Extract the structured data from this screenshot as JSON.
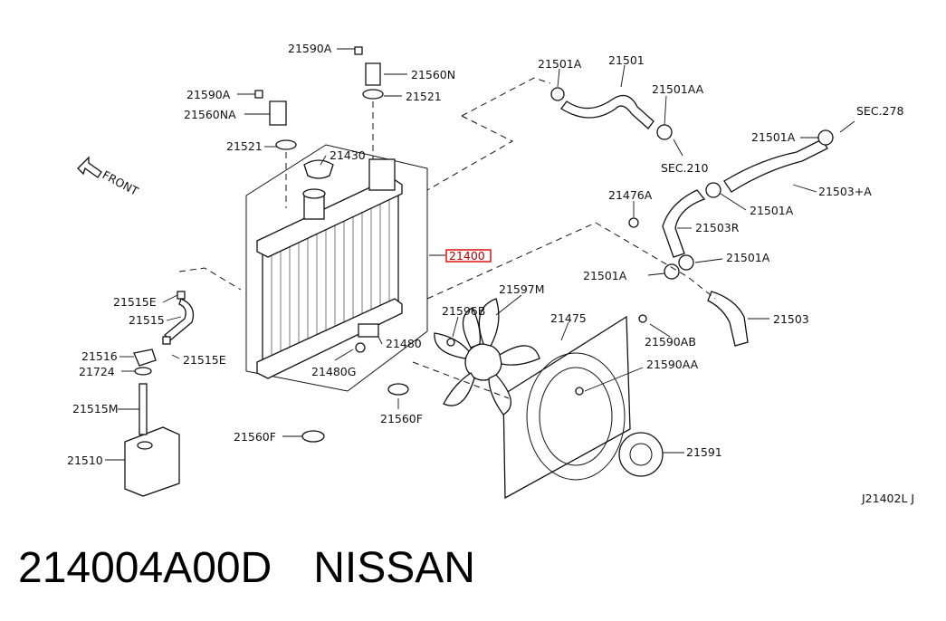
{
  "diagram": {
    "front_label": "FRONT",
    "highlighted_part": "21400",
    "figure_code": "J21402L J",
    "labels": {
      "l21590A_top": "21590A",
      "l21560N": "21560N",
      "l21521_top": "21521",
      "l21590A_left": "21590A",
      "l21560NA": "21560NA",
      "l21521_left": "21521",
      "l21430": "21430",
      "l21400": "21400",
      "l21480": "21480",
      "l21480G": "21480G",
      "l21560F_right": "21560F",
      "l21560F_left": "21560F",
      "l21515E_top": "21515E",
      "l21515": "21515",
      "l21516": "21516",
      "l21515E_bot": "21515E",
      "l21724": "21724",
      "l21515M": "21515M",
      "l21510": "21510",
      "l21501A_1": "21501A",
      "l21501": "21501",
      "l21501AA": "21501AA",
      "lSEC210": "SEC.210",
      "lSEC278": "SEC.278",
      "l21501A_2": "21501A",
      "l21503A": "21503+A",
      "l21501A_3": "21501A",
      "l21476A": "21476A",
      "l21503R": "21503R",
      "l21501A_4": "21501A",
      "l21501A_5": "21501A",
      "l21503": "21503",
      "l21597M": "21597M",
      "l21596B": "21596B",
      "l21475": "21475",
      "l21590AB": "21590AB",
      "l21590AA": "21590AA",
      "l21591": "21591"
    }
  },
  "footer": {
    "part_number": "214004A00D",
    "brand": "NISSAN"
  }
}
